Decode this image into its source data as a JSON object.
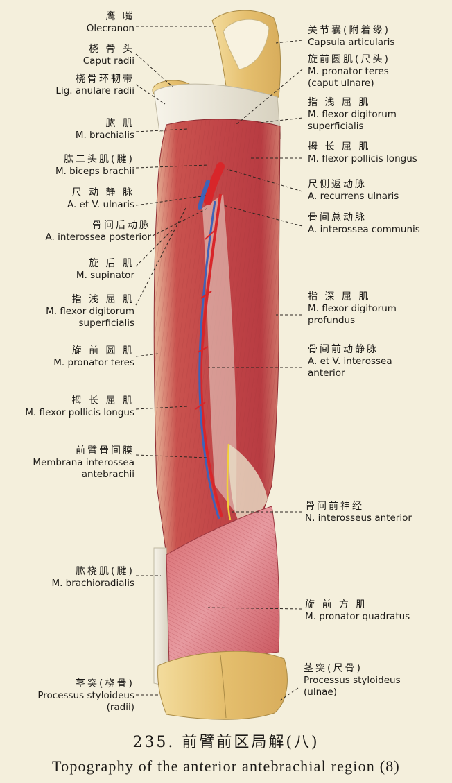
{
  "labels_left": [
    {
      "id": "olecranon",
      "zh": "鹰 嘴",
      "en": "Olecranon"
    },
    {
      "id": "caput-radii",
      "zh": "桡 骨 头",
      "en": "Caput radii"
    },
    {
      "id": "lig-anulare",
      "zh": "桡骨环韧带",
      "en": "Lig. anulare radii"
    },
    {
      "id": "brachialis",
      "zh": "肱 肌",
      "en": "M. brachialis"
    },
    {
      "id": "biceps",
      "zh": "肱二头肌(腱)",
      "en": "M. biceps brachii"
    },
    {
      "id": "ulnaris-av",
      "zh": "尺 动 静 脉",
      "en": "A. et V. ulnaris"
    },
    {
      "id": "interossea-post",
      "zh": "骨间后动脉",
      "en": "A. interossea posterior"
    },
    {
      "id": "supinator",
      "zh": "旋 后 肌",
      "en": "M. supinator"
    },
    {
      "id": "fds-left",
      "zh": "指 浅 屈 肌",
      "en": "M. flexor digitorum",
      "en2": "superficialis"
    },
    {
      "id": "pronator-teres",
      "zh": "旋 前 圆 肌",
      "en": "M. pronator teres"
    },
    {
      "id": "fpl-left",
      "zh": "拇 长 屈 肌",
      "en": "M. flexor pollicis longus"
    },
    {
      "id": "membrana",
      "zh": "前臂骨间膜",
      "en": "Membrana interossea",
      "en2": "antebrachii"
    },
    {
      "id": "brachioradialis",
      "zh": "肱桡肌(腱)",
      "en": "M. brachioradialis"
    },
    {
      "id": "styloid-radii",
      "zh": "茎突(桡骨)",
      "en": "Processus styloideus",
      "en2": "(radii)"
    }
  ],
  "labels_right": [
    {
      "id": "capsula",
      "zh": "关节囊(附着缘)",
      "en": "Capsula articularis"
    },
    {
      "id": "pt-ulnar",
      "zh": "旋前圆肌(尺头)",
      "en": "M. pronator teres",
      "en2": "(caput ulnare)"
    },
    {
      "id": "fds-right",
      "zh": "指 浅 屈 肌",
      "en": "M. flexor digitorum",
      "en2": "superficialis"
    },
    {
      "id": "fpl-right",
      "zh": "拇 长 屈 肌",
      "en": "M. flexor pollicis longus"
    },
    {
      "id": "recurrens",
      "zh": "尺侧返动脉",
      "en": "A. recurrens ulnaris"
    },
    {
      "id": "communis",
      "zh": "骨间总动脉",
      "en": "A. interossea communis"
    },
    {
      "id": "fdp",
      "zh": "指 深 屈 肌",
      "en": "M. flexor digitorum",
      "en2": "profundus"
    },
    {
      "id": "interossea-ant-av",
      "zh": "骨间前动静脉",
      "en": "A. et V. interossea",
      "en2": "anterior"
    },
    {
      "id": "n-interosseus",
      "zh": "骨间前神经",
      "en": "N. interosseus anterior"
    },
    {
      "id": "pronator-quadratus",
      "zh": "旋 前 方 肌",
      "en": "M. pronator quadratus"
    },
    {
      "id": "styloid-ulnae",
      "zh": "茎突(尺骨)",
      "en": "Processus styloideus",
      "en2": "(ulnae)"
    }
  ],
  "caption": {
    "zh": "235. 前臂前区局解(八)",
    "en": "Topography of the anterior antebrachial region (8)"
  },
  "colors": {
    "background": "#f4efdc",
    "muscle": "#c94a4a",
    "muscle_dark": "#a8343a",
    "bone": "#e8c97a",
    "tendon": "#e8e3d2",
    "artery": "#d8262a",
    "vein": "#3f63b8",
    "nerve": "#f2cf3a"
  }
}
